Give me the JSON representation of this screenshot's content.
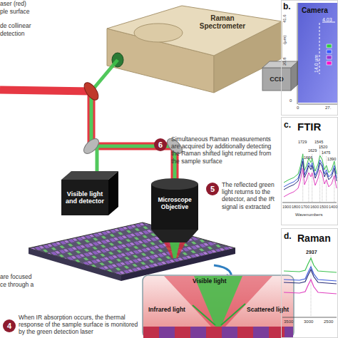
{
  "diagram": {
    "nodes": [
      {
        "text": [
          "Raman Spectrometer"
        ]
      },
      {
        "text": [
          "CCD"
        ]
      },
      {
        "text": [
          "6",
          "Simultaneous Raman measurements are acquired by additionally detecting the Raman shifted light returned from the sample surface"
        ]
      },
      {
        "text": [
          "Visible light and detector"
        ]
      },
      {
        "text": [
          "Microscope Objective"
        ]
      },
      {
        "text": [
          "5",
          "The reflected green light returns to the detector, and the IR signal is extracted"
        ]
      },
      {
        "text": [
          "Visible light",
          "Infrared light",
          "Scattered light"
        ]
      },
      {
        "text": [
          "4",
          "When IR absorption occurs, the thermal response of the sample surface is monitored by the green detection laser"
        ]
      },
      {
        "text": [
          "b.",
          "Camera"
        ]
      },
      {
        "text": [
          "c.",
          "FTIR"
        ]
      },
      {
        "text": [
          "d.",
          "Raman"
        ]
      }
    ],
    "labels": [
      "aser (red)",
      "ple surface",
      "de collinear",
      "detection",
      "are focused",
      "ce through a",
      "41.6",
      "(µm)",
      "20.8",
      "0",
      "0",
      "27.",
      "14.0 µm",
      "4.03",
      "1729",
      "1666",
      "1629",
      "1545",
      "1520",
      "1475",
      "1390",
      "1900",
      "1800",
      "1700",
      "1600",
      "1500",
      "1400",
      "Wavenumbers",
      "2937",
      "3500",
      "3000",
      "2500"
    ]
  }
}
